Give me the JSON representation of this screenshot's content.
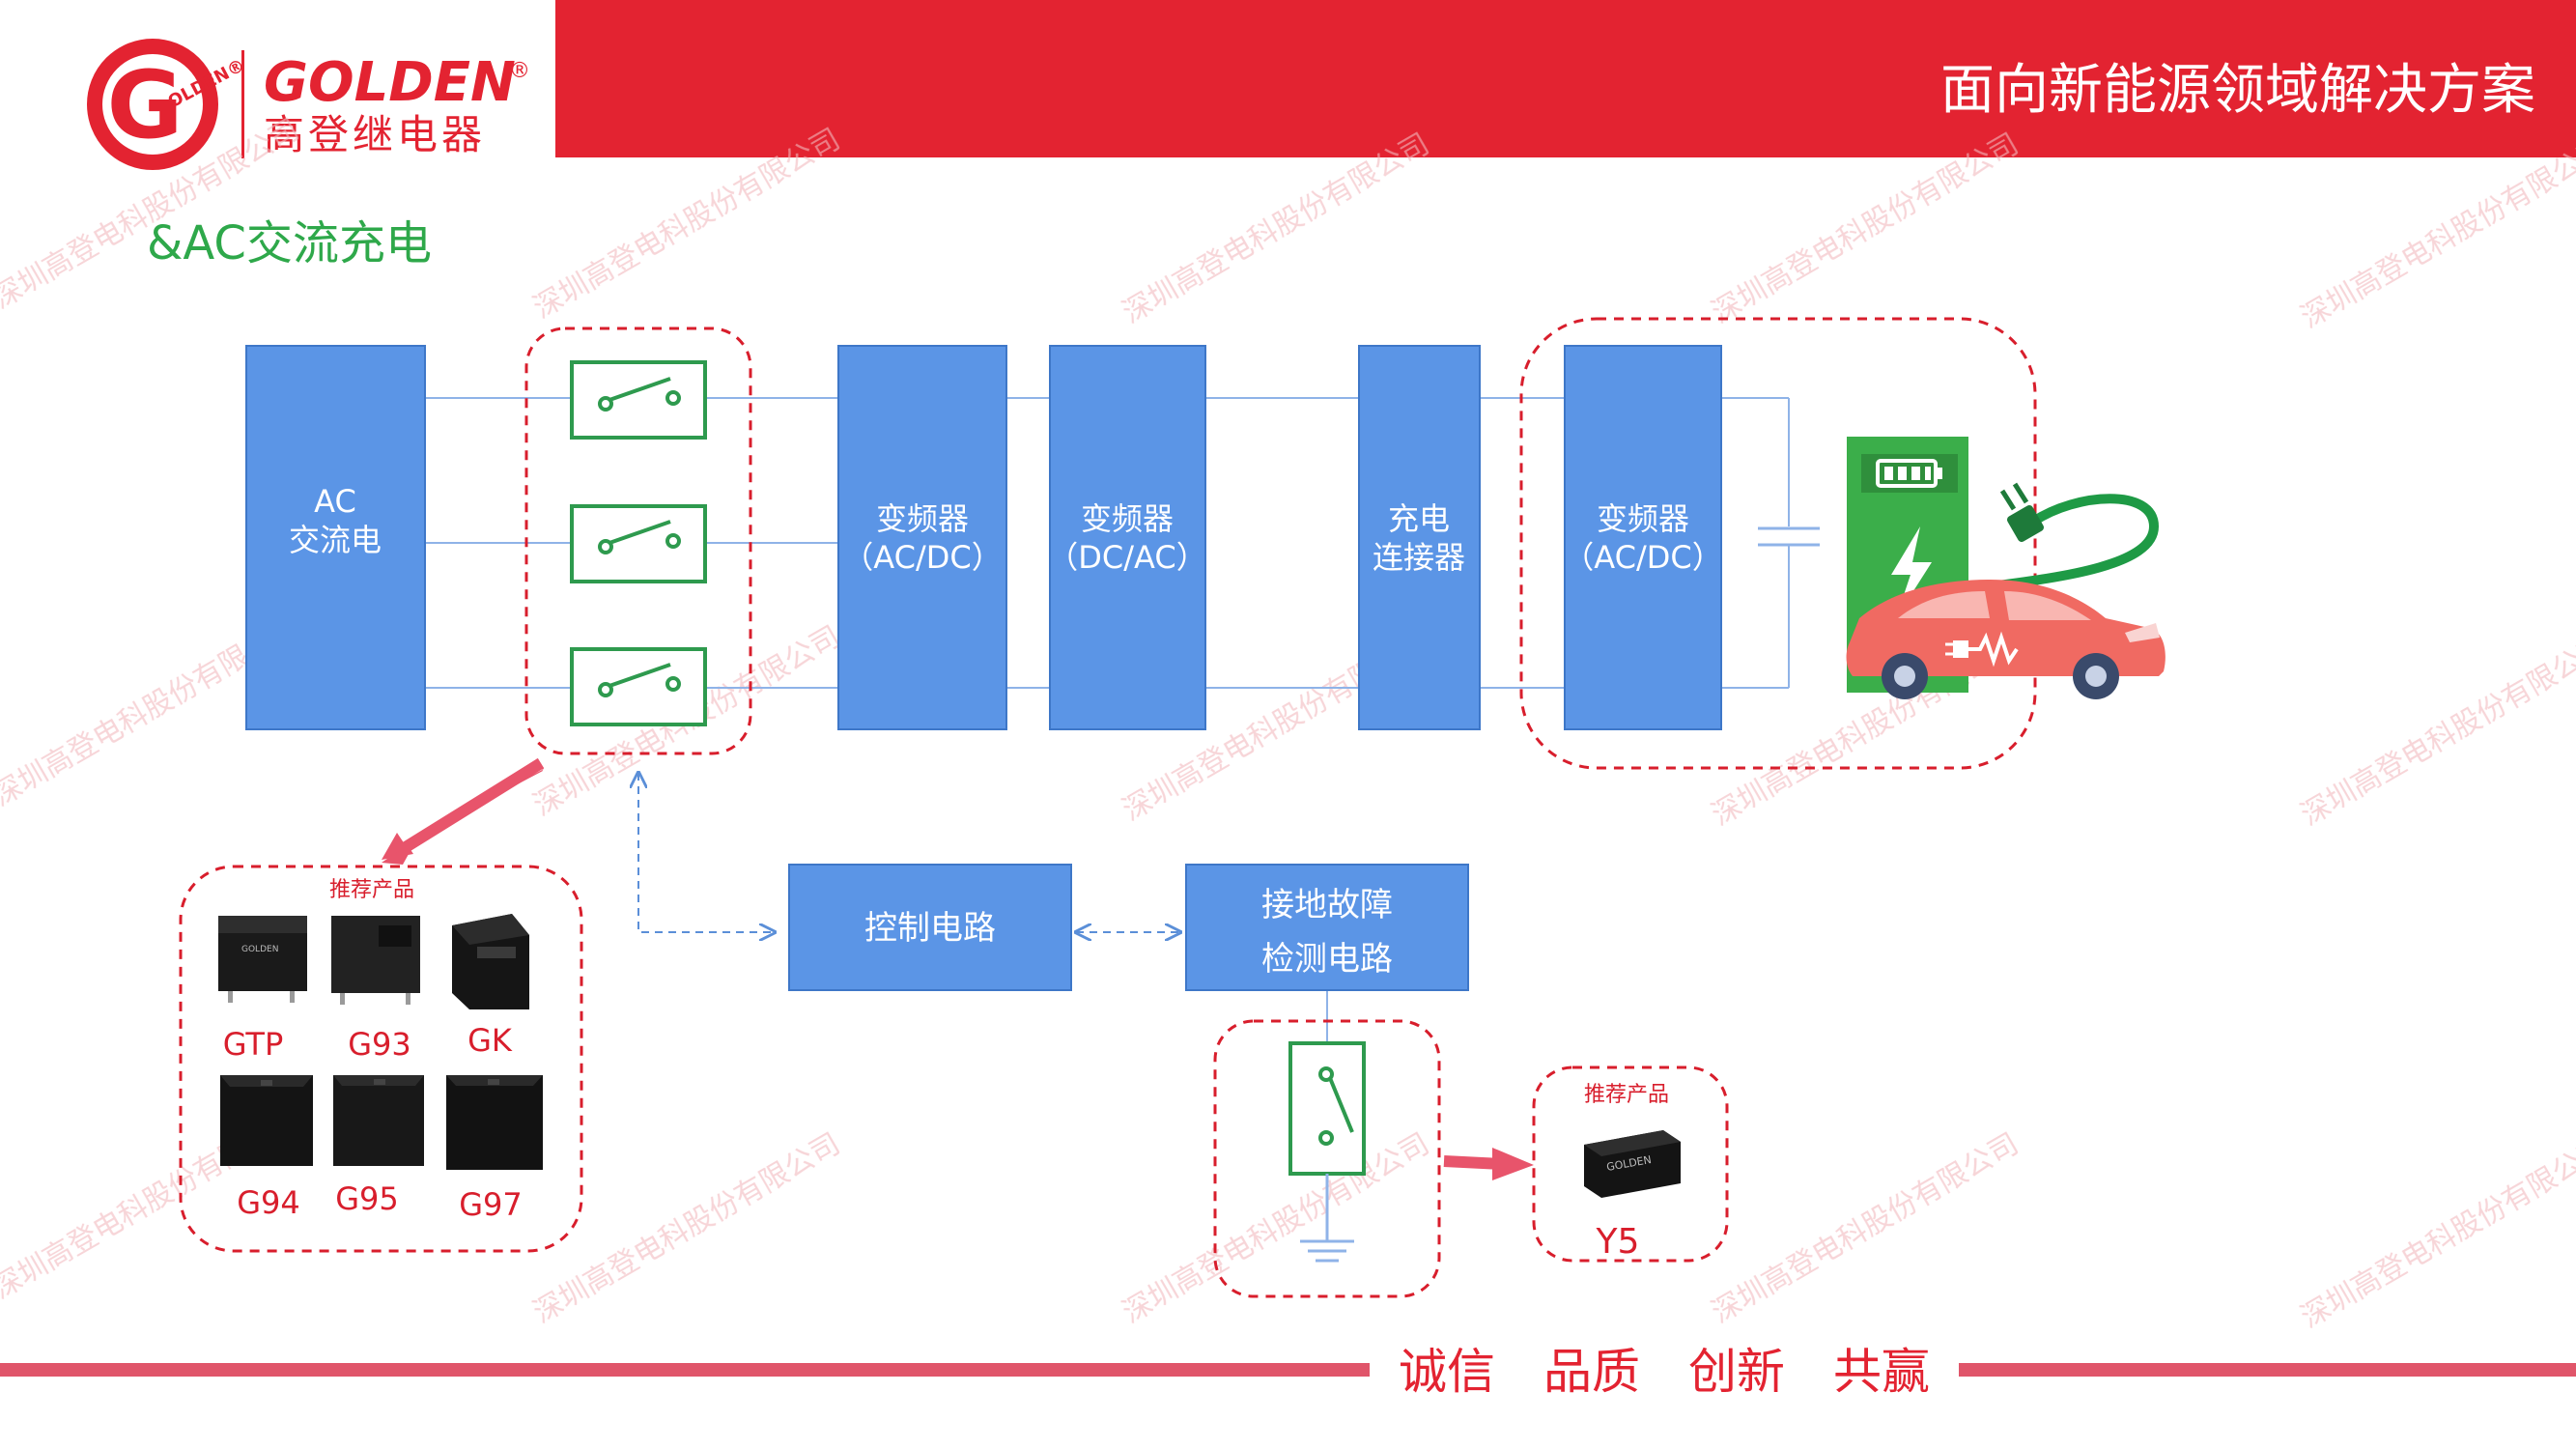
{
  "header": {
    "brand_name": "GOLDEN",
    "brand_registered": "®",
    "brand_cn": "高登继电器",
    "logo_ring_text": "OLDEN®",
    "logo_letter": "G",
    "title": "面向新能源领域解决方案",
    "bar_color": "#E32331"
  },
  "section_title": "&AC交流充电",
  "watermark": "深圳高登电科股份有限公司",
  "blocks": {
    "ac": [
      "AC",
      "交流电"
    ],
    "inv1": [
      "变频器",
      "（AC/DC）"
    ],
    "inv2": [
      "变频器",
      "（DC/AC）"
    ],
    "conn": [
      "充电",
      "连接器"
    ],
    "inv3": [
      "变频器",
      "（AC/DC）"
    ],
    "ctrl": [
      "控制电路"
    ],
    "gfd": [
      "接地故障",
      "检测电路"
    ],
    "block_color": "#5B95E6"
  },
  "products_left": {
    "title": "推荐产品",
    "items": [
      "GTP",
      "G93",
      "GK",
      "G94",
      "G95",
      "G97"
    ]
  },
  "products_right": {
    "title": "推荐产品",
    "items": [
      "Y5"
    ]
  },
  "relay_label_left": "GOLDEN",
  "relay_label_right": "GOLDEN",
  "footer": {
    "slogan": "诚信　品质　创新　共赢",
    "line_color": "#E0556A"
  },
  "colors": {
    "switch_green": "#2E9A4E",
    "dash_red": "#D81E2C",
    "arrow_pink": "#E8546B",
    "charger_green": "#3BAE4A",
    "car_red": "#F06A62",
    "section_green": "#2EA84A"
  },
  "icons": [
    "golden-logo-icon",
    "switch-icon",
    "relay-icon",
    "charging-station-icon",
    "battery-level-icon",
    "lightning-icon",
    "plug-icon",
    "electric-car-icon",
    "ground-icon"
  ]
}
